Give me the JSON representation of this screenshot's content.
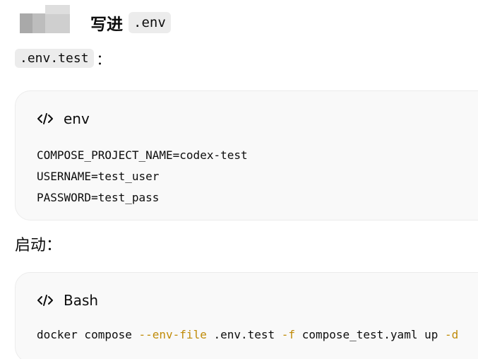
{
  "heading": {
    "text": "写进",
    "code": ".env"
  },
  "intro": {
    "code": ".env.test",
    "colon": "："
  },
  "env_block": {
    "language": "env",
    "icon": "code-icon",
    "lines": [
      "COMPOSE_PROJECT_NAME=codex-test",
      "USERNAME=test_user",
      "PASSWORD=test_pass"
    ]
  },
  "start": {
    "text": "启动："
  },
  "bash_block": {
    "language": "Bash",
    "icon": "code-icon",
    "tokens": {
      "t1": "docker compose ",
      "t2": "--env-file",
      "t3": " .env.test ",
      "t4": "-f",
      "t5": " compose_test.yaml up ",
      "t6": "-d"
    }
  },
  "colors": {
    "code_bg": "#f9f9f9",
    "inline_code_bg": "#ececec",
    "flag": "#c08b08"
  }
}
